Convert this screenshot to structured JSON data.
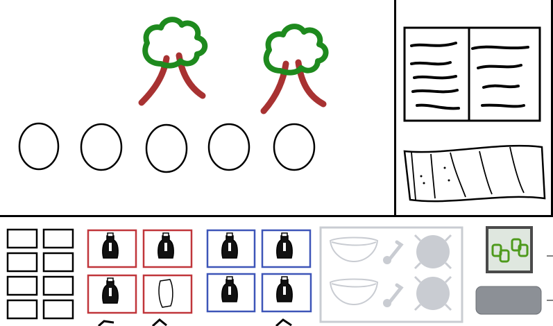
{
  "scene": {
    "trees": [
      {
        "name": "tree-left"
      },
      {
        "name": "tree-right"
      }
    ],
    "circle_slots": 5
  },
  "side_panel": {
    "book": {
      "icon": "open-book-icon"
    },
    "scroll": {
      "icon": "scroll-icon"
    }
  },
  "inventory": {
    "grid_slots": 8,
    "red_group": {
      "color": "#c0353a",
      "items": [
        "potion-bottle-icon",
        "potion-bottle-icon",
        "potion-bottle-icon",
        "empty-glass-icon"
      ]
    },
    "blue_group": {
      "color": "#3d55b8",
      "items": [
        "potion-bottle-icon",
        "potion-bottle-icon",
        "potion-bottle-icon",
        "potion-bottle-icon"
      ]
    },
    "alchemy": {
      "color": "#c9ccd2",
      "items": [
        "bowl-icon",
        "pestle-icon",
        "flame-burner-icon",
        "bowl-icon",
        "pestle-icon",
        "flame-burner-icon"
      ]
    },
    "ingredient_box": {
      "icon": "green-cans-icon",
      "frame_color": "#4a4a4a",
      "fill_color": "#dfe7df",
      "item_color": "#4e9a1c"
    },
    "action_button": {
      "color": "#8c9096",
      "label": ""
    }
  },
  "colors": {
    "foliage": "#1e8a1e",
    "trunk": "#a83232",
    "ink": "#000000"
  }
}
